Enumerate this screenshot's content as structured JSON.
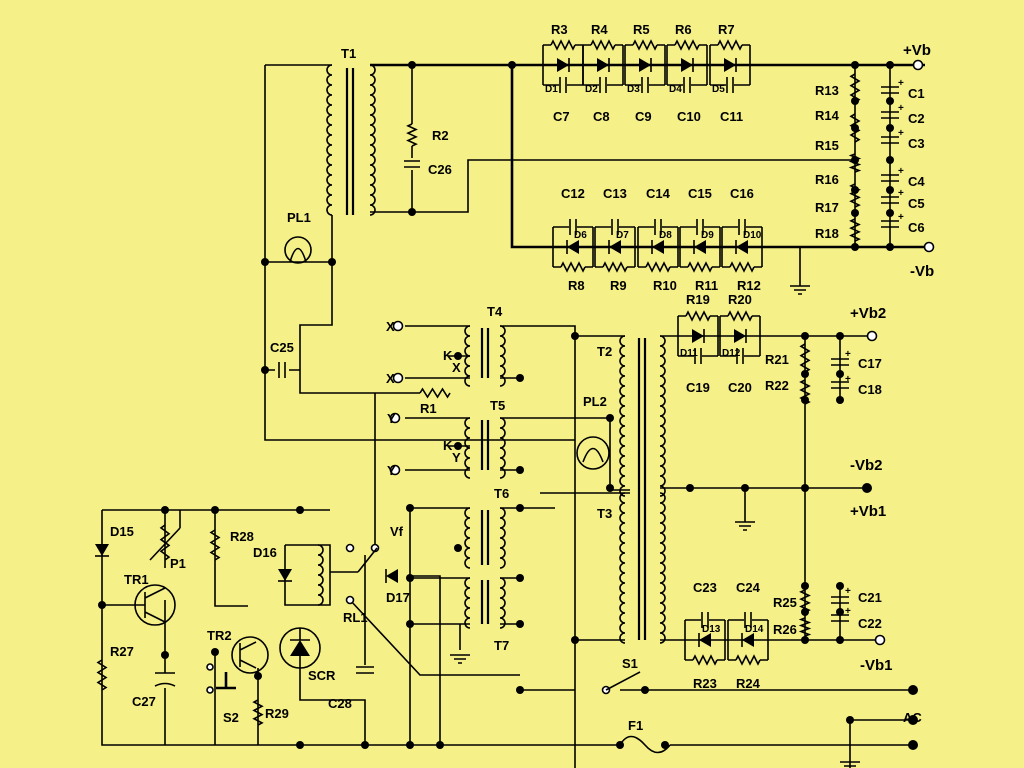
{
  "rails": {
    "pos_vb": "+Vb",
    "neg_vb": "-Vb",
    "pos_vb2": "+Vb2",
    "neg_vb2": "-Vb2",
    "pos_vb1": "+Vb1",
    "neg_vb1": "-Vb1",
    "ac": "AC",
    "vf": "Vf"
  },
  "transformers": [
    "T1",
    "T2",
    "T3",
    "T4",
    "T5",
    "T6",
    "T7"
  ],
  "lamps": [
    "PL1",
    "PL2"
  ],
  "resistors": {
    "top_diodes": [
      "R3",
      "R4",
      "R5",
      "R6",
      "R7"
    ],
    "bottom_diodes": [
      "R8",
      "R9",
      "R10",
      "R11",
      "R12"
    ],
    "vb_divider": [
      "R13",
      "R14",
      "R15",
      "R16",
      "R17",
      "R18"
    ],
    "vb2_diodes": [
      "R19",
      "R20"
    ],
    "vb2_divider": [
      "R21",
      "R22"
    ],
    "vb1_diodes": [
      "R23",
      "R24"
    ],
    "vb1_divider": [
      "R25",
      "R26"
    ],
    "r1": "R1",
    "r2": "R2",
    "r27": "R27",
    "r28": "R28",
    "r29": "R29"
  },
  "capacitors": {
    "vb_stack": [
      "C1",
      "C2",
      "C3",
      "C4",
      "C5",
      "C6"
    ],
    "top_diodes": [
      "C7",
      "C8",
      "C9",
      "C10",
      "C11"
    ],
    "bottom_diodes": [
      "C12",
      "C13",
      "C14",
      "C15",
      "C16"
    ],
    "vb2_stack": [
      "C17",
      "C18"
    ],
    "vb2_diodes": [
      "C19",
      "C20"
    ],
    "vb1_stack": [
      "C21",
      "C22"
    ],
    "vb1_diodes": [
      "C23",
      "C24"
    ],
    "c25": "C25",
    "c26": "C26",
    "c27": "C27",
    "c28": "C28"
  },
  "diodes": {
    "top": [
      "D1",
      "D2",
      "D3",
      "D4",
      "D5"
    ],
    "bottom": [
      "D6",
      "D7",
      "D8",
      "D9",
      "D10"
    ],
    "vb2": [
      "D11",
      "D12"
    ],
    "vb1": [
      "D13",
      "D14"
    ],
    "d15": "D15",
    "d16": "D16",
    "d17": "D17"
  },
  "control": {
    "tr1": "TR1",
    "tr2": "TR2",
    "p1": "P1",
    "scr": "SCR",
    "rl1": "RL1",
    "s1": "S1",
    "s2": "S2",
    "f1": "F1"
  },
  "pins": {
    "x": "X",
    "y": "Y",
    "k": "K"
  },
  "polarity": {
    "plus": "+",
    "minus": "-"
  }
}
